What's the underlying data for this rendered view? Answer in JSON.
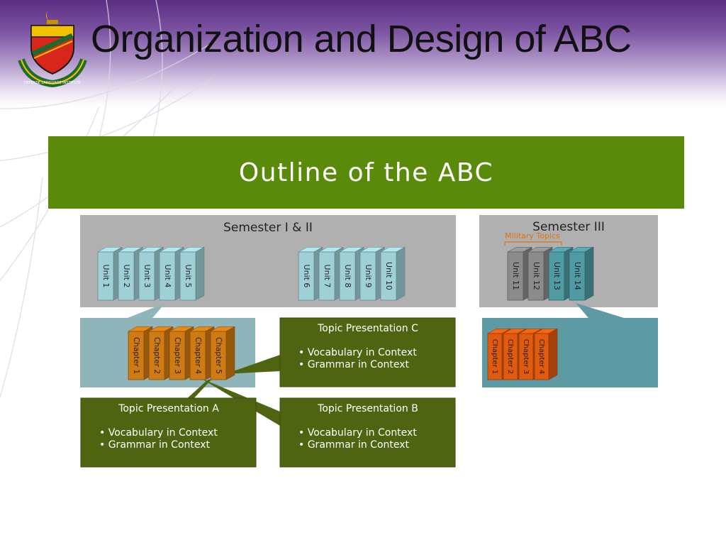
{
  "slide": {
    "title": "Organization and Design of ABC",
    "banner_title": "Outline of the ABC"
  },
  "logo": {
    "motto": "DEFENSE LANGUAGE INSTITUTE"
  },
  "semester_1_2": {
    "label": "Semester I & II",
    "units_a": [
      "Unit 1",
      "Unit 2",
      "Unit 3",
      "Unit 4",
      "Unit 5"
    ],
    "units_b": [
      "Unit 6",
      "Unit 7",
      "Unit 8",
      "Unit 9",
      "Unit 10"
    ],
    "chapters": [
      "Chapter 1",
      "Chapter 2",
      "Chapter 3",
      "Chapter 4",
      "Chapter 5"
    ]
  },
  "semester_3": {
    "label": "Semester III",
    "sublabel": "Military Topics",
    "units": [
      "Unit  11",
      "Unit 12",
      "Unit 13",
      "Unit 14"
    ],
    "chapters": [
      "Chapter 1",
      "Chapter 2",
      "Chapter 3",
      "Chapter  4"
    ]
  },
  "topics": {
    "c": {
      "title": "Topic Presentation C",
      "bullets": [
        "• Vocabulary in Context",
        "• Grammar in Context"
      ]
    },
    "a": {
      "title": "Topic Presentation A",
      "bullets": [
        "• Vocabulary in Context",
        "• Grammar in Context"
      ]
    },
    "b": {
      "title": "Topic Presentation B",
      "bullets": [
        "• Vocabulary in Context",
        "• Grammar in Context"
      ]
    }
  },
  "colors": {
    "banner_green": "#5a8a0a",
    "topic_green": "#4f6410",
    "book_blue": "#9fd0d6",
    "book_gray": "#8b8b8b",
    "book_teal": "#4f9aa3",
    "chapter_orange": "#cf7a12",
    "chapter_red_orange": "#e15a0e",
    "panel_gray": "#b0b0b0",
    "panel_teal": "#5e9aa3"
  }
}
